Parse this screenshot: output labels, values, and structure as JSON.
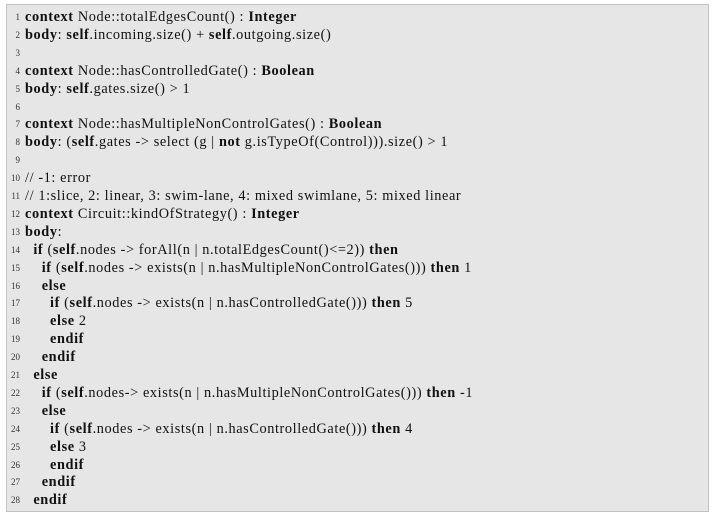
{
  "lines": [
    {
      "n": "1",
      "segs": [
        {
          "k": 1,
          "t": "context"
        },
        {
          "k": 0,
          "t": " Node::totalEdgesCount() : "
        },
        {
          "k": 1,
          "t": "Integer"
        }
      ]
    },
    {
      "n": "2",
      "segs": [
        {
          "k": 1,
          "t": "body"
        },
        {
          "k": 0,
          "t": ": "
        },
        {
          "k": 1,
          "t": "self"
        },
        {
          "k": 0,
          "t": ".incoming.size() + "
        },
        {
          "k": 1,
          "t": "self"
        },
        {
          "k": 0,
          "t": ".outgoing.size()"
        }
      ]
    },
    {
      "n": "3",
      "segs": []
    },
    {
      "n": "4",
      "segs": [
        {
          "k": 1,
          "t": "context"
        },
        {
          "k": 0,
          "t": " Node::hasControlledGate() : "
        },
        {
          "k": 1,
          "t": "Boolean"
        }
      ]
    },
    {
      "n": "5",
      "segs": [
        {
          "k": 1,
          "t": "body"
        },
        {
          "k": 0,
          "t": ": "
        },
        {
          "k": 1,
          "t": "self"
        },
        {
          "k": 0,
          "t": ".gates.size() > 1"
        }
      ]
    },
    {
      "n": "6",
      "segs": []
    },
    {
      "n": "7",
      "segs": [
        {
          "k": 1,
          "t": "context"
        },
        {
          "k": 0,
          "t": " Node::hasMultipleNonControlGates() : "
        },
        {
          "k": 1,
          "t": "Boolean"
        }
      ]
    },
    {
      "n": "8",
      "segs": [
        {
          "k": 1,
          "t": "body"
        },
        {
          "k": 0,
          "t": ": ("
        },
        {
          "k": 1,
          "t": "self"
        },
        {
          "k": 0,
          "t": ".gates -> select (g | "
        },
        {
          "k": 1,
          "t": "not"
        },
        {
          "k": 0,
          "t": " g.isTypeOf(Control))).size() > 1"
        }
      ]
    },
    {
      "n": "9",
      "segs": []
    },
    {
      "n": "10",
      "segs": [
        {
          "k": 0,
          "t": "// -1: error"
        }
      ]
    },
    {
      "n": "11",
      "segs": [
        {
          "k": 0,
          "t": "// 1:slice, 2: linear, 3: swim-lane, 4: mixed swimlane, 5: mixed linear"
        }
      ]
    },
    {
      "n": "12",
      "segs": [
        {
          "k": 1,
          "t": "context"
        },
        {
          "k": 0,
          "t": " Circuit::kindOfStrategy() : "
        },
        {
          "k": 1,
          "t": "Integer"
        }
      ]
    },
    {
      "n": "13",
      "segs": [
        {
          "k": 1,
          "t": "body"
        },
        {
          "k": 0,
          "t": ":"
        }
      ]
    },
    {
      "n": "14",
      "segs": [
        {
          "k": 0,
          "t": "  "
        },
        {
          "k": 1,
          "t": "if"
        },
        {
          "k": 0,
          "t": " ("
        },
        {
          "k": 1,
          "t": "self"
        },
        {
          "k": 0,
          "t": ".nodes -> forAll(n | n.totalEdgesCount()<=2)) "
        },
        {
          "k": 1,
          "t": "then"
        }
      ]
    },
    {
      "n": "15",
      "segs": [
        {
          "k": 0,
          "t": "    "
        },
        {
          "k": 1,
          "t": "if"
        },
        {
          "k": 0,
          "t": " ("
        },
        {
          "k": 1,
          "t": "self"
        },
        {
          "k": 0,
          "t": ".nodes -> exists(n | n.hasMultipleNonControlGates())) "
        },
        {
          "k": 1,
          "t": "then"
        },
        {
          "k": 0,
          "t": " 1"
        }
      ]
    },
    {
      "n": "16",
      "segs": [
        {
          "k": 0,
          "t": "    "
        },
        {
          "k": 1,
          "t": "else"
        }
      ]
    },
    {
      "n": "17",
      "segs": [
        {
          "k": 0,
          "t": "      "
        },
        {
          "k": 1,
          "t": "if"
        },
        {
          "k": 0,
          "t": " ("
        },
        {
          "k": 1,
          "t": "self"
        },
        {
          "k": 0,
          "t": ".nodes -> exists(n | n.hasControlledGate())) "
        },
        {
          "k": 1,
          "t": "then"
        },
        {
          "k": 0,
          "t": " 5"
        }
      ]
    },
    {
      "n": "18",
      "segs": [
        {
          "k": 0,
          "t": "      "
        },
        {
          "k": 1,
          "t": "else"
        },
        {
          "k": 0,
          "t": " 2"
        }
      ]
    },
    {
      "n": "19",
      "segs": [
        {
          "k": 0,
          "t": "      "
        },
        {
          "k": 1,
          "t": "endif"
        }
      ]
    },
    {
      "n": "20",
      "segs": [
        {
          "k": 0,
          "t": "    "
        },
        {
          "k": 1,
          "t": "endif"
        }
      ]
    },
    {
      "n": "21",
      "segs": [
        {
          "k": 0,
          "t": "  "
        },
        {
          "k": 1,
          "t": "else"
        }
      ]
    },
    {
      "n": "22",
      "segs": [
        {
          "k": 0,
          "t": "    "
        },
        {
          "k": 1,
          "t": "if"
        },
        {
          "k": 0,
          "t": " ("
        },
        {
          "k": 1,
          "t": "self"
        },
        {
          "k": 0,
          "t": ".nodes-> exists(n | n.hasMultipleNonControlGates())) "
        },
        {
          "k": 1,
          "t": "then"
        },
        {
          "k": 0,
          "t": " -1"
        }
      ]
    },
    {
      "n": "23",
      "segs": [
        {
          "k": 0,
          "t": "    "
        },
        {
          "k": 1,
          "t": "else"
        }
      ]
    },
    {
      "n": "24",
      "segs": [
        {
          "k": 0,
          "t": "      "
        },
        {
          "k": 1,
          "t": "if"
        },
        {
          "k": 0,
          "t": " ("
        },
        {
          "k": 1,
          "t": "self"
        },
        {
          "k": 0,
          "t": ".nodes -> exists(n | n.hasControlledGate())) "
        },
        {
          "k": 1,
          "t": "then"
        },
        {
          "k": 0,
          "t": " 4"
        }
      ]
    },
    {
      "n": "25",
      "segs": [
        {
          "k": 0,
          "t": "      "
        },
        {
          "k": 1,
          "t": "else"
        },
        {
          "k": 0,
          "t": " 3"
        }
      ]
    },
    {
      "n": "26",
      "segs": [
        {
          "k": 0,
          "t": "      "
        },
        {
          "k": 1,
          "t": "endif"
        }
      ]
    },
    {
      "n": "27",
      "segs": [
        {
          "k": 0,
          "t": "    "
        },
        {
          "k": 1,
          "t": "endif"
        }
      ]
    },
    {
      "n": "28",
      "segs": [
        {
          "k": 0,
          "t": "  "
        },
        {
          "k": 1,
          "t": "endif"
        }
      ]
    }
  ]
}
